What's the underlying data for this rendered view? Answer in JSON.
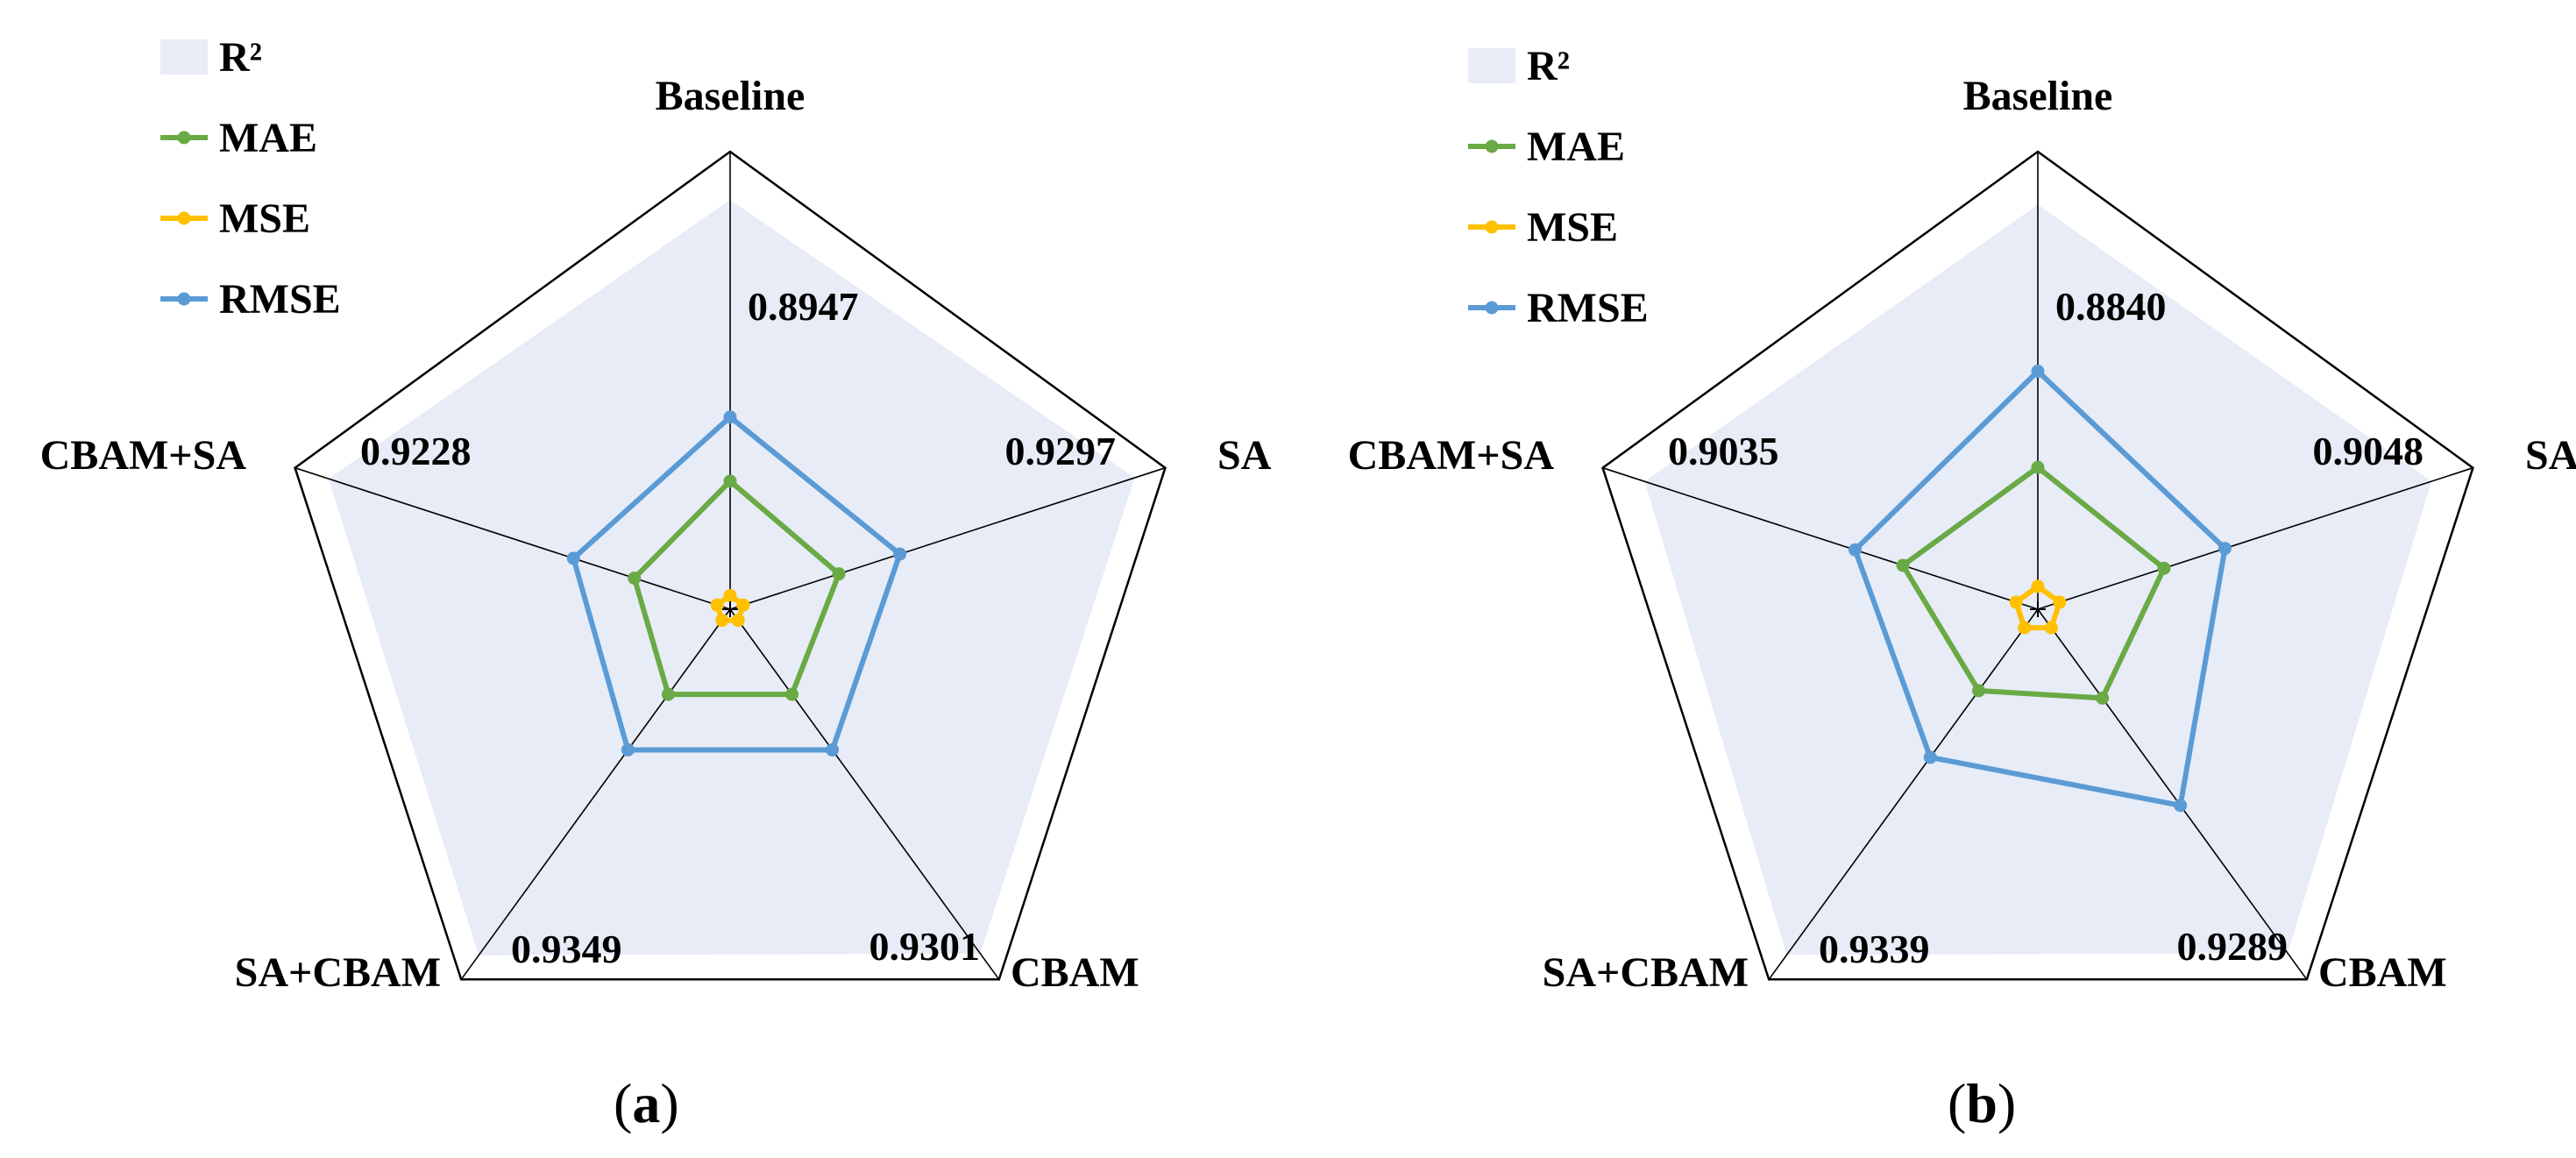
{
  "chart_data": [
    {
      "type": "radar",
      "panel_label": "a",
      "axes": [
        "Baseline",
        "SA",
        "CBAM",
        "SA+CBAM",
        "CBAM+SA"
      ],
      "rlim": [
        0,
        1
      ],
      "grid": true,
      "legend_position": "top-left",
      "series": [
        {
          "name": "R²",
          "style": "area",
          "values": [
            0.8947,
            0.9297,
            0.9301,
            0.9349,
            0.9228
          ]
        },
        {
          "name": "MAE",
          "style": "line",
          "values": [
            0.28,
            0.25,
            0.23,
            0.23,
            0.22
          ]
        },
        {
          "name": "MSE",
          "style": "line",
          "values": [
            0.03,
            0.03,
            0.03,
            0.03,
            0.03
          ]
        },
        {
          "name": "RMSE",
          "style": "line",
          "values": [
            0.42,
            0.39,
            0.38,
            0.38,
            0.36
          ]
        }
      ],
      "value_labels": [
        "0.8947",
        "0.9297",
        "0.9301",
        "0.9349",
        "0.9228"
      ]
    },
    {
      "type": "radar",
      "panel_label": "b",
      "axes": [
        "Baseline",
        "SA",
        "CBAM",
        "SA+CBAM",
        "CBAM+SA"
      ],
      "rlim": [
        0,
        1
      ],
      "grid": true,
      "legend_position": "top-left",
      "series": [
        {
          "name": "R²",
          "style": "area",
          "values": [
            0.884,
            0.9048,
            0.9289,
            0.9339,
            0.9035
          ]
        },
        {
          "name": "MAE",
          "style": "line",
          "values": [
            0.31,
            0.29,
            0.24,
            0.22,
            0.31
          ]
        },
        {
          "name": "MSE",
          "style": "line",
          "values": [
            0.05,
            0.05,
            0.05,
            0.05,
            0.05
          ]
        },
        {
          "name": "RMSE",
          "style": "line",
          "values": [
            0.52,
            0.43,
            0.53,
            0.4,
            0.42
          ]
        }
      ],
      "value_labels": [
        "0.8840",
        "0.9048",
        "0.9289",
        "0.9339",
        "0.9035"
      ]
    }
  ],
  "colors": {
    "R²": "#e7ecf7",
    "MAE": "#6aaa45",
    "MSE": "#ffc000",
    "RMSE": "#5b9bd5",
    "grid": "#000000"
  },
  "captions": [
    "(a)",
    "(b)"
  ]
}
